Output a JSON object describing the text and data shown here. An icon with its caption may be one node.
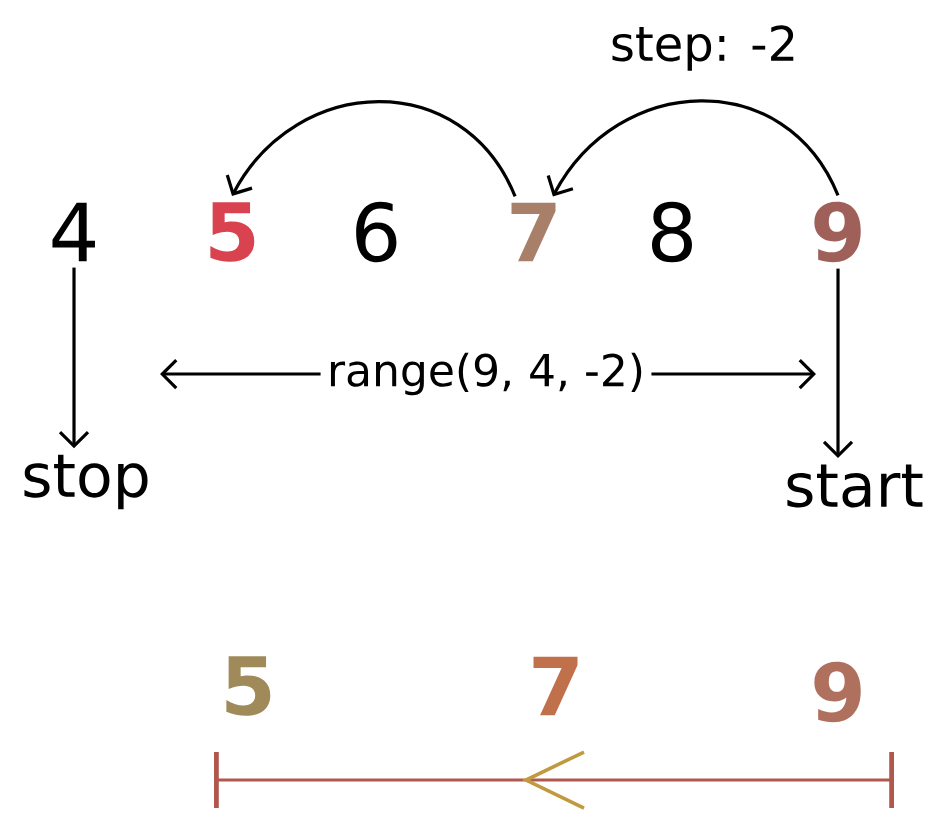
{
  "diagram": {
    "nodes": [
      {
        "text": [
          "4"
        ]
      },
      {
        "text": [
          "5"
        ]
      },
      {
        "text": [
          "6"
        ]
      },
      {
        "text": [
          "7"
        ]
      },
      {
        "text": [
          "8"
        ]
      },
      {
        "text": [
          "9"
        ]
      },
      {
        "text": [
          "stop"
        ]
      },
      {
        "text": [
          "start"
        ]
      },
      {
        "text": [
          "range(9, 4, -2)"
        ]
      }
    ],
    "edges": [
      {
        "from": 5,
        "to": 3,
        "arrow": "to",
        "label": "step: -2"
      },
      {
        "from": 3,
        "to": 1,
        "arrow": "to"
      },
      {
        "from": 0,
        "to": 6,
        "arrow": "to"
      },
      {
        "from": 5,
        "to": 7,
        "arrow": "to"
      },
      {
        "from": 8,
        "to": null,
        "arrow": "to"
      },
      {
        "from": 8,
        "to": null,
        "arrow": "to"
      }
    ],
    "labels": [
      "5",
      "7",
      "9"
    ]
  }
}
